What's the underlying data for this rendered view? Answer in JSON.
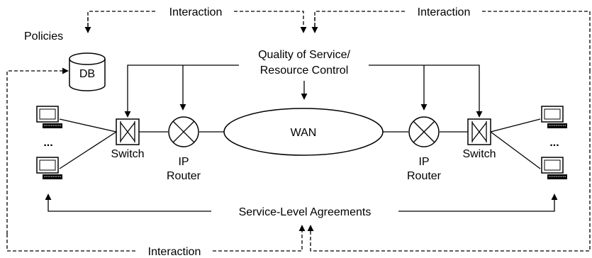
{
  "labels": {
    "interaction_top_left": "Interaction",
    "interaction_top_right": "Interaction",
    "interaction_bottom": "Interaction",
    "policies": "Policies",
    "db": "DB",
    "qos_line1": "Quality of Service/",
    "qos_line2": "Resource Control",
    "wan": "WAN",
    "switch_left": "Switch",
    "switch_right": "Switch",
    "ip_left": "IP",
    "router_left": "Router",
    "ip_right": "IP",
    "router_right": "Router",
    "ellipsis_left": "...",
    "ellipsis_right": "...",
    "sla": "Service-Level Agreements"
  },
  "icons": {
    "database": "database-icon",
    "switch": "switch-icon",
    "router": "router-icon",
    "computer": "computer-icon",
    "cloud": "wan-ellipse"
  }
}
